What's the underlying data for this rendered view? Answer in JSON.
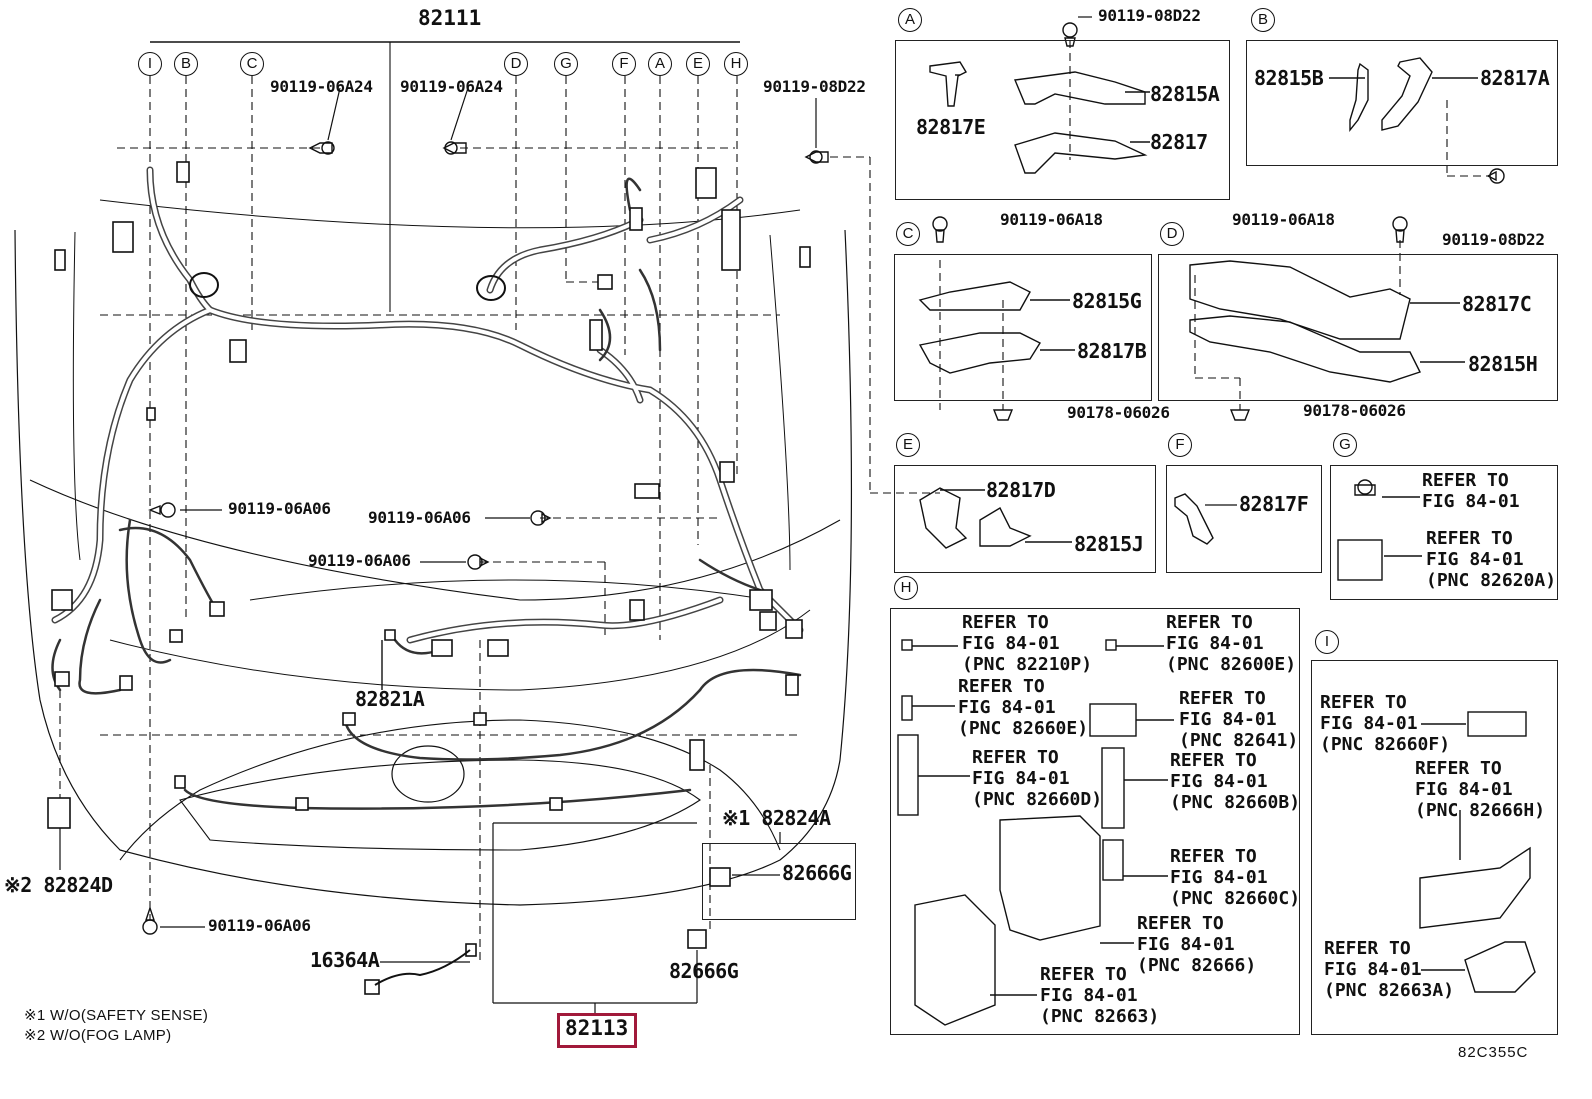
{
  "main_part": "82111",
  "highlight_part": "82113",
  "figure_code": "82C355C",
  "callout_letters": [
    "I",
    "B",
    "C",
    "D",
    "G",
    "F",
    "A",
    "E",
    "H"
  ],
  "main_labels": {
    "bolt_c": "90119-06A24",
    "bolt_d": "90119-06A24",
    "bolt_right": "90119-08D22",
    "bolt_b_lower": "90119-06A06",
    "bolt_mid_upper": "90119-06A06",
    "bolt_mid_lower": "90119-06A06",
    "bolt_bottom": "90119-06A06",
    "sensor_mid": "82821A",
    "fog_left": "※2 82824D",
    "fog_right": "※1 82824A",
    "connector_g1": "82666G",
    "connector_g2": "82666G",
    "sensor_16364": "16364A"
  },
  "notes": [
    "※1 W/O(SAFETY SENSE)",
    "※2 W/O(FOG LAMP)"
  ],
  "panels": {
    "A": {
      "letter": "A",
      "bolt": "90119-08D22",
      "parts": [
        "82817E",
        "82815A",
        "82817"
      ]
    },
    "B": {
      "letter": "B",
      "parts": [
        "82815B",
        "82817A"
      ],
      "bolt": "90119-08D22"
    },
    "C": {
      "letter": "C",
      "bolt": "90119-06A18",
      "parts": [
        "82815G",
        "82817B"
      ],
      "clip": "90178-06026"
    },
    "D": {
      "letter": "D",
      "bolt": "90119-06A18",
      "parts": [
        "82817C",
        "82815H"
      ],
      "clip": "90178-06026"
    },
    "E": {
      "letter": "E",
      "parts": [
        "82817D",
        "82815J"
      ]
    },
    "F": {
      "letter": "F",
      "parts": [
        "82817F"
      ]
    },
    "G": {
      "letter": "G",
      "refer1": "REFER TO\nFIG 84-01",
      "refer2": "REFER TO\nFIG 84-01\n(PNC 82620A)"
    },
    "H": {
      "letter": "H",
      "refers": [
        "REFER TO\nFIG 84-01\n(PNC 82210P)",
        "REFER TO\nFIG 84-01\n(PNC 82600E)",
        "REFER TO\nFIG 84-01\n(PNC 82660E)",
        "REFER TO\nFIG 84-01\n(PNC 82641)",
        "REFER TO\nFIG 84-01\n(PNC 82660D)",
        "REFER TO\nFIG 84-01\n(PNC 82660B)",
        "REFER TO\nFIG 84-01\n(PNC 82660C)",
        "REFER TO\nFIG 84-01\n(PNC 82666)",
        "REFER TO\nFIG 84-01\n(PNC 82663)"
      ]
    },
    "I": {
      "letter": "I",
      "refers": [
        "REFER TO\nFIG 84-01\n(PNC 82660F)",
        "REFER TO\nFIG 84-01\n(PNC 82666H)",
        "REFER TO\nFIG 84-01\n(PNC 82663A)"
      ]
    }
  },
  "colors": {
    "line": "#111111",
    "highlight": "#a1193a",
    "background": "#ffffff"
  }
}
